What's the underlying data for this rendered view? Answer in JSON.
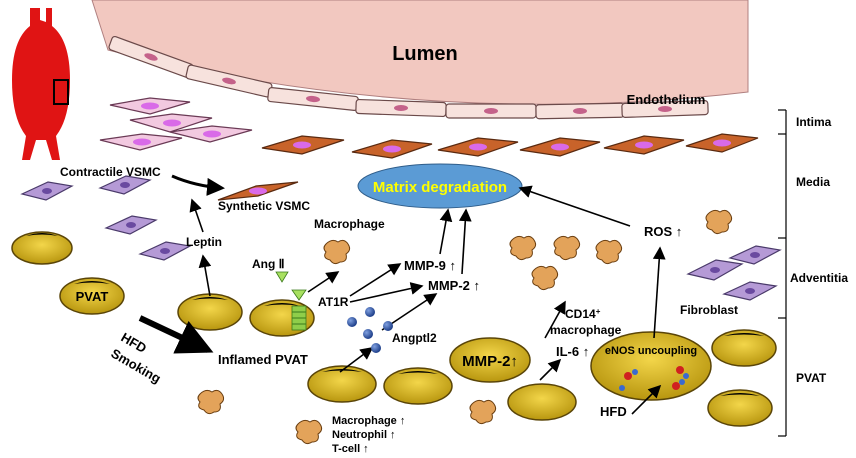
{
  "labels": {
    "lumen": "Lumen",
    "endothelium": "Endothelium",
    "matrix_degradation": "Matrix degradation",
    "contractile_vsmc": "Contractile VSMC",
    "synthetic_vsmc": "Synthetic VSMC",
    "leptin": "Leptin",
    "macrophage": "Macrophage",
    "ang_ii": "Ang Ⅱ",
    "at1r": "AT1R",
    "mmp9": "MMP-9 ↑",
    "mmp2": "MMP-2 ↑",
    "mmp2_box": "MMP-2↑",
    "angptl2": "Angptl2",
    "cd14_line1": "CD14",
    "cd14_sup": "+",
    "cd14_line2": "macrophage",
    "il6": "IL-6 ↑",
    "ros": "ROS ↑",
    "fibroblast": "Fibroblast",
    "pvat_left": "PVAT",
    "hfd_smoking_line1": "HFD",
    "hfd_smoking_line2": "Smoking",
    "inflamed_pvat": "Inflamed PVAT",
    "enos_uncoupling": "eNOS uncoupling",
    "hfd": "HFD",
    "cells_macrophage": "Macrophage ↑",
    "cells_neutrophil": "Neutrophil ↑",
    "cells_tcell": "T-cell ↑"
  },
  "layers": {
    "intima": "Intima",
    "media": "Media",
    "adventitia": "Adventitia",
    "pvat": "PVAT"
  },
  "colors": {
    "lumen": "#f2c8c0",
    "endothelium": "#f7e2dd",
    "vsmc_contractile": "#f2c9e0",
    "vsmc_synthetic": "#c8632a",
    "nucleus": "#d96ae8",
    "adipocyte": "#e6c229",
    "adipocyte_rim": "#6a5208",
    "matrix": "#5b9bd5",
    "matrix_text": "#ffff00",
    "aorta": "#e01414",
    "angptl2": "#3a5fa8",
    "green": "#8fce4a",
    "fibroblast": "#b59ad6",
    "macrophage": "#e3a35a"
  }
}
